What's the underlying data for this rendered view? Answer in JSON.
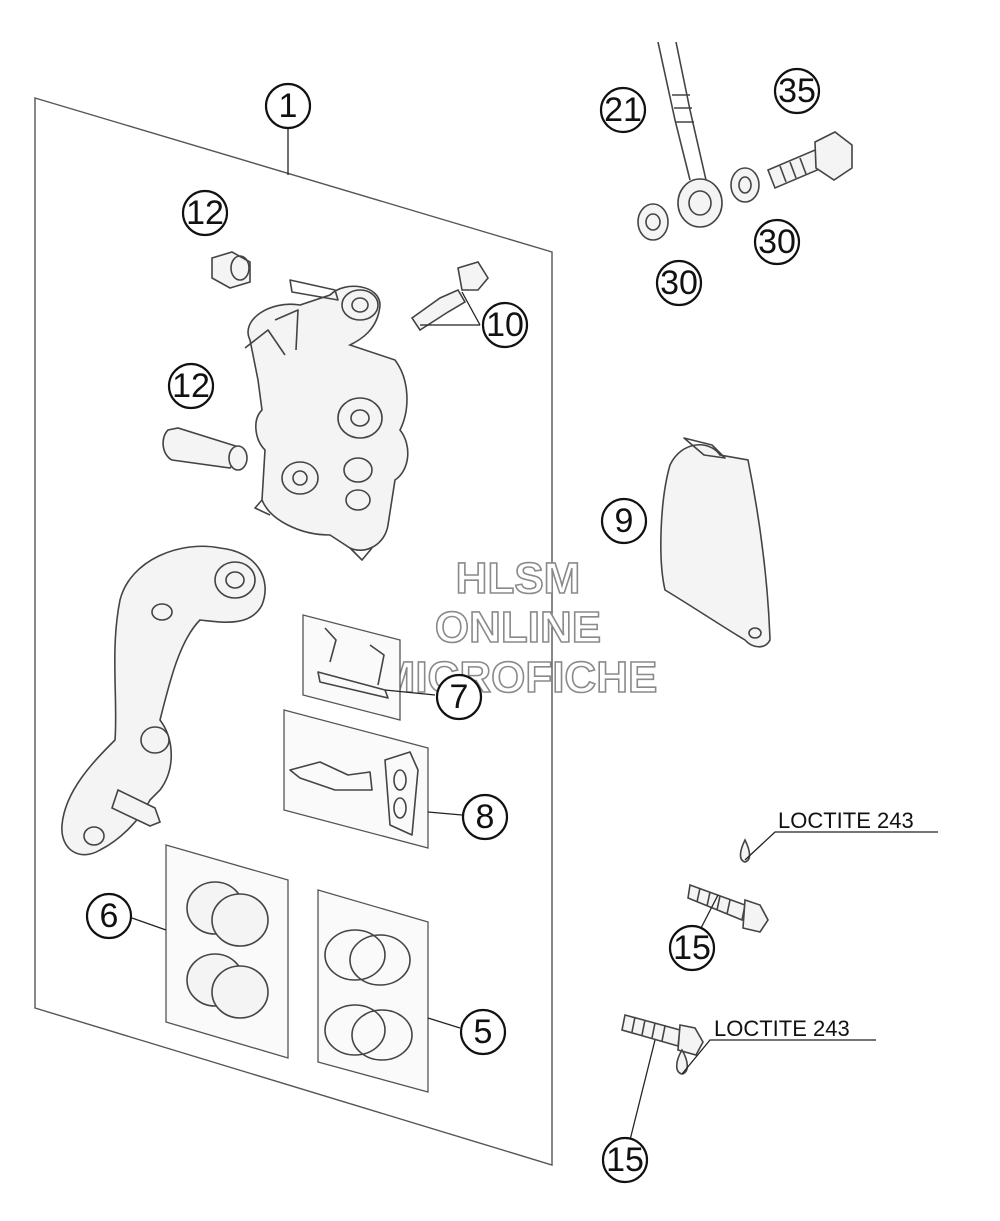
{
  "callouts": {
    "c1": "1",
    "c21": "21",
    "c35": "35",
    "c30a": "30",
    "c30b": "30",
    "c12a": "12",
    "c12b": "12",
    "c10": "10",
    "c9": "9",
    "c7": "7",
    "c8": "8",
    "c6": "6",
    "c5": "5",
    "c15a": "15",
    "c15b": "15"
  },
  "notes": {
    "loctite_upper": "LOCTITE 243",
    "loctite_lower": "LOCTITE 243"
  },
  "watermark": {
    "line1": "HLSM",
    "line2": "ONLINE",
    "line3": "MICROFICHE"
  }
}
